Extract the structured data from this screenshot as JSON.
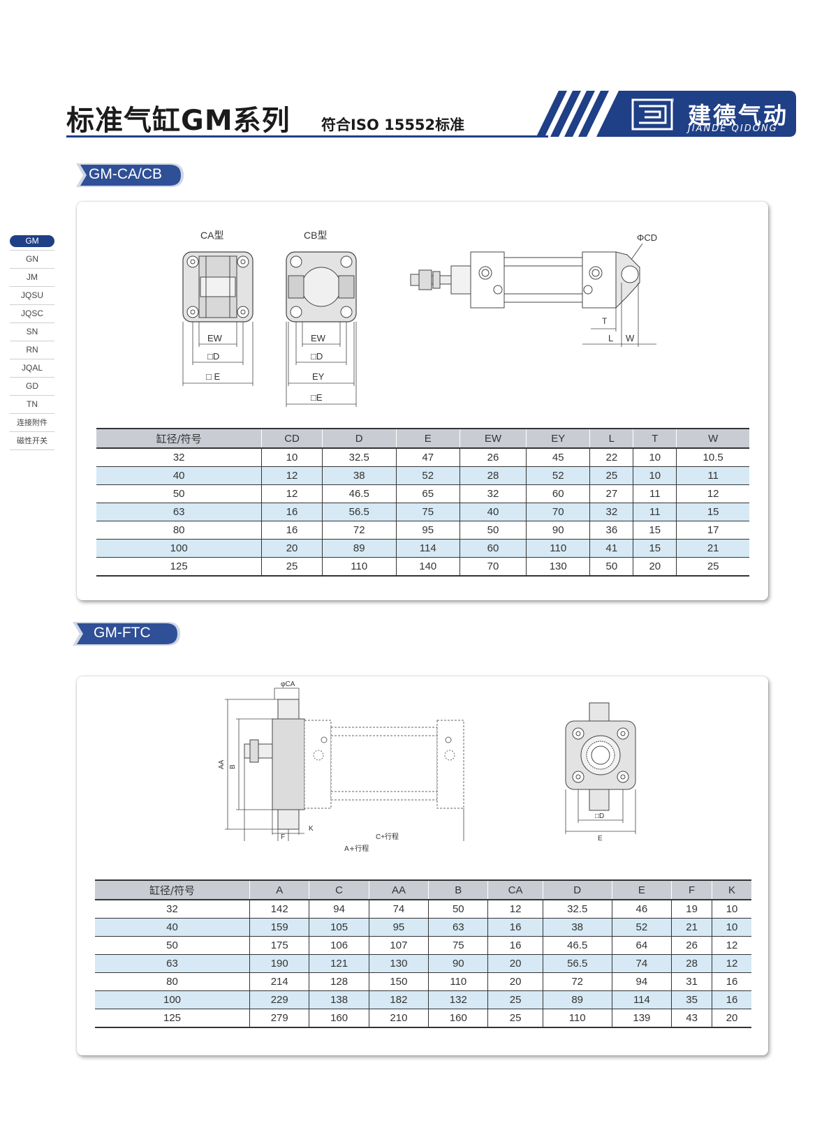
{
  "header": {
    "title": "标准气缸GM系列",
    "subtitle": "符合ISO 15552标准",
    "brand_cn": "建德气动",
    "brand_en": "JIANDE QIDONG",
    "brand_color": "#1f3f86"
  },
  "nav": {
    "items": [
      {
        "label": "GM",
        "active": true
      },
      {
        "label": "GN"
      },
      {
        "label": "JM"
      },
      {
        "label": "JQSU"
      },
      {
        "label": "JQSC"
      },
      {
        "label": "SN"
      },
      {
        "label": "RN"
      },
      {
        "label": "JQAL"
      },
      {
        "label": "GD"
      },
      {
        "label": "TN"
      },
      {
        "label": "连接附件"
      },
      {
        "label": "磁性开关"
      }
    ]
  },
  "section1": {
    "tag": "GM-CA/CB",
    "drawing_labels": {
      "ca_type": "CA型",
      "cb_type": "CB型",
      "ew1": "EW",
      "d1": "□D",
      "e1": "□ E",
      "ew2": "EW",
      "d2": "□D",
      "ey": "EY",
      "e2": "□E",
      "cd": "ΦCD",
      "t": "T",
      "l": "L",
      "w": "W"
    },
    "table": {
      "headers": [
        "缸径/符号",
        "CD",
        "D",
        "E",
        "EW",
        "EY",
        "L",
        "T",
        "W"
      ],
      "rows": [
        [
          "32",
          "10",
          "32.5",
          "47",
          "26",
          "45",
          "22",
          "10",
          "10.5"
        ],
        [
          "40",
          "12",
          "38",
          "52",
          "28",
          "52",
          "25",
          "10",
          "11"
        ],
        [
          "50",
          "12",
          "46.5",
          "65",
          "32",
          "60",
          "27",
          "11",
          "12"
        ],
        [
          "63",
          "16",
          "56.5",
          "75",
          "40",
          "70",
          "32",
          "11",
          "15"
        ],
        [
          "80",
          "16",
          "72",
          "95",
          "50",
          "90",
          "36",
          "15",
          "17"
        ],
        [
          "100",
          "20",
          "89",
          "114",
          "60",
          "110",
          "41",
          "15",
          "21"
        ],
        [
          "125",
          "25",
          "110",
          "140",
          "70",
          "130",
          "50",
          "20",
          "25"
        ]
      ]
    }
  },
  "section2": {
    "tag": "GM-FTC",
    "drawing_labels": {
      "ca": "φCA",
      "aa": "AA",
      "b": "B",
      "k": "K",
      "f": "F",
      "c_stroke": "C+行程",
      "a_stroke": "A+行程",
      "d": "□D",
      "e": "E"
    },
    "table": {
      "headers": [
        "缸径/符号",
        "A",
        "C",
        "AA",
        "B",
        "CA",
        "D",
        "E",
        "F",
        "K"
      ],
      "rows": [
        [
          "32",
          "142",
          "94",
          "74",
          "50",
          "12",
          "32.5",
          "46",
          "19",
          "10"
        ],
        [
          "40",
          "159",
          "105",
          "95",
          "63",
          "16",
          "38",
          "52",
          "21",
          "10"
        ],
        [
          "50",
          "175",
          "106",
          "107",
          "75",
          "16",
          "46.5",
          "64",
          "26",
          "12"
        ],
        [
          "63",
          "190",
          "121",
          "130",
          "90",
          "20",
          "56.5",
          "74",
          "28",
          "12"
        ],
        [
          "80",
          "214",
          "128",
          "150",
          "110",
          "20",
          "72",
          "94",
          "31",
          "16"
        ],
        [
          "100",
          "229",
          "138",
          "182",
          "132",
          "25",
          "89",
          "114",
          "35",
          "16"
        ],
        [
          "125",
          "279",
          "160",
          "210",
          "160",
          "25",
          "110",
          "139",
          "43",
          "20"
        ]
      ]
    }
  }
}
